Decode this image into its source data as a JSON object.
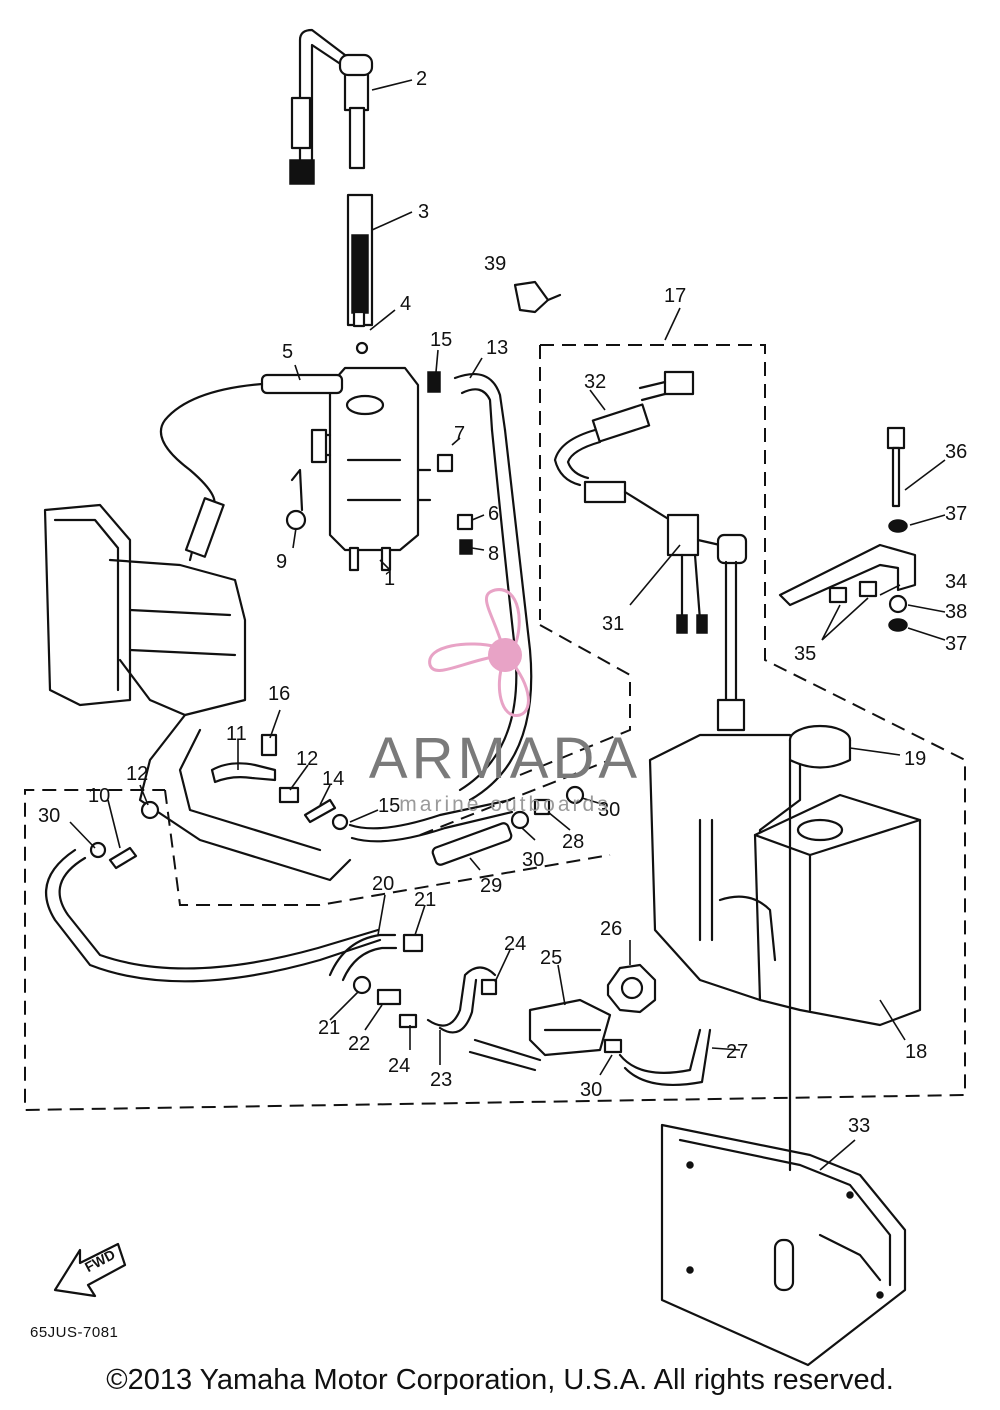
{
  "diagram": {
    "callouts": [
      "1",
      "2",
      "3",
      "4",
      "5",
      "6",
      "7",
      "8",
      "9",
      "10",
      "11",
      "12",
      "12",
      "13",
      "14",
      "15",
      "15",
      "16",
      "17",
      "18",
      "19",
      "20",
      "21",
      "21",
      "22",
      "23",
      "24",
      "24",
      "25",
      "26",
      "27",
      "28",
      "29",
      "30",
      "30",
      "30",
      "30",
      "31",
      "32",
      "33",
      "34",
      "35",
      "36",
      "37",
      "37",
      "38",
      "39"
    ],
    "fwd_arrow_label": "FWD",
    "drawing_code": "65JUS-7081"
  },
  "watermark": {
    "name": "ARMADA",
    "tagline": "marine outboards",
    "color": "#e8a3c6"
  },
  "footer": {
    "copyright": "©2013 Yamaha Motor Corporation, U.S.A. All rights reserved."
  }
}
